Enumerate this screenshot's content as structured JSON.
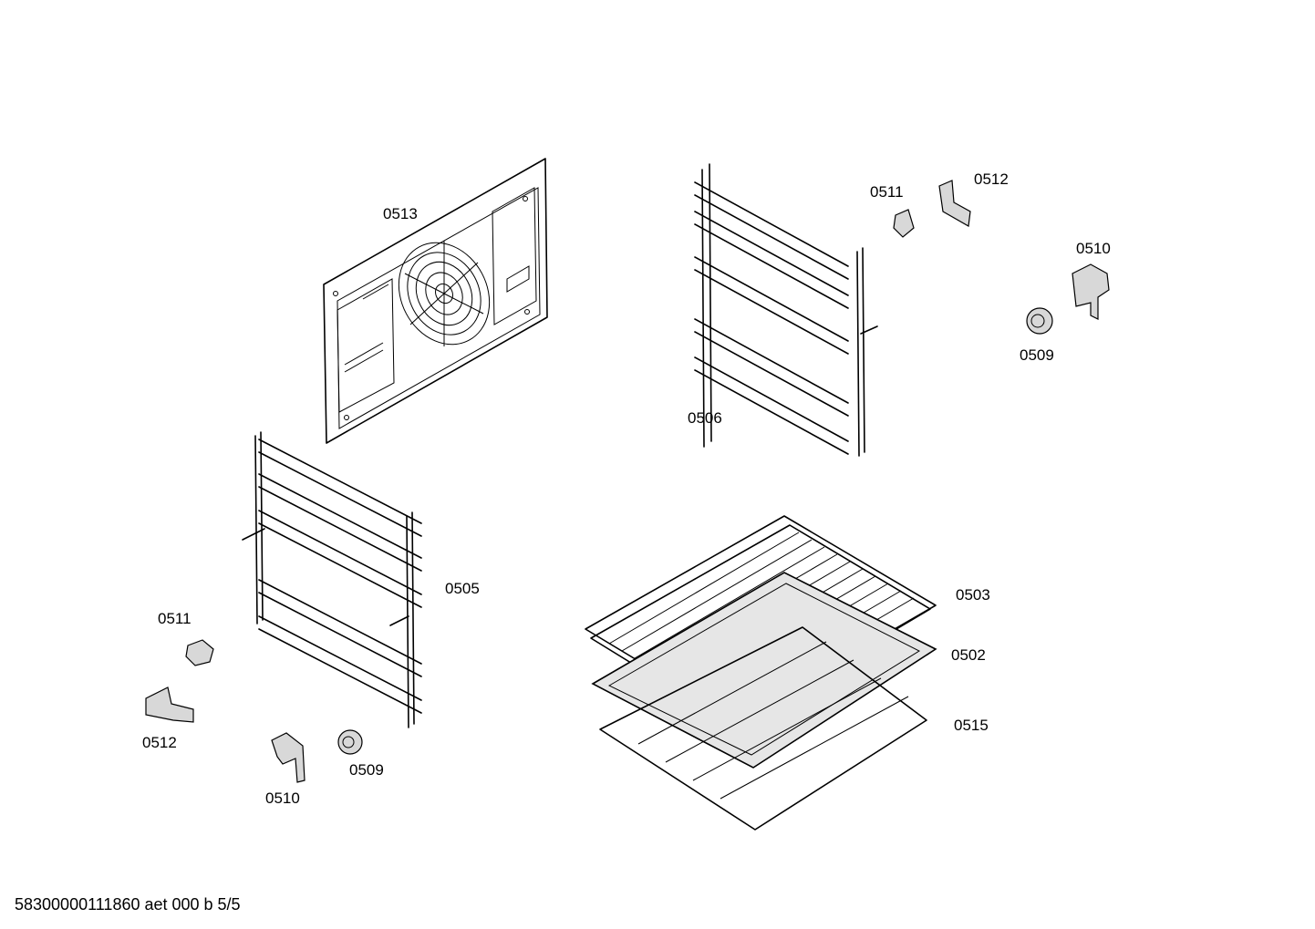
{
  "labels": {
    "p0513": "0513",
    "p0511_top": "0511",
    "p0512_top": "0512",
    "p0510_top": "0510",
    "p0509_top": "0509",
    "p0506": "0506",
    "p0505": "0505",
    "p0511_bottom": "0511",
    "p0512_bottom": "0512",
    "p0510_bottom": "0510",
    "p0509_bottom": "0509",
    "p0503": "0503",
    "p0502": "0502",
    "p0515": "0515"
  },
  "footer": "58300000111860 aet 000 b 5/5"
}
